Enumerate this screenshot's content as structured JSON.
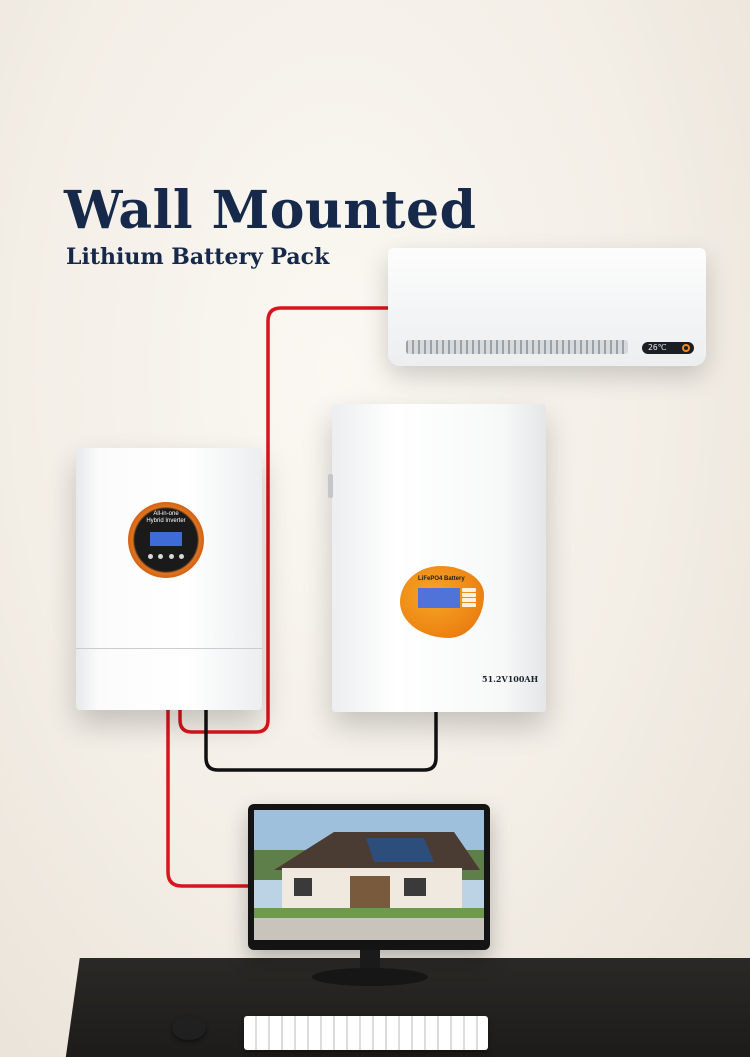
{
  "headline": {
    "title": "Wall Mounted",
    "subtitle": "Lithium Battery Pack"
  },
  "inverter": {
    "dial_label_line1": "All-in-one",
    "dial_label_line2": "Hybrid Inverter"
  },
  "battery": {
    "badge_label": "LiFePO4 Battery",
    "model": "51.2V100AH"
  },
  "colors": {
    "title": "#16294a",
    "wire_red": "#d8141c",
    "wire_black": "#111111",
    "accent_orange": "#ee8a16",
    "lcd_blue": "#4f73d9"
  },
  "icons": [
    "air-conditioner-icon",
    "inverter-icon",
    "battery-icon",
    "monitor-icon",
    "keyboard-icon",
    "mouse-icon"
  ]
}
